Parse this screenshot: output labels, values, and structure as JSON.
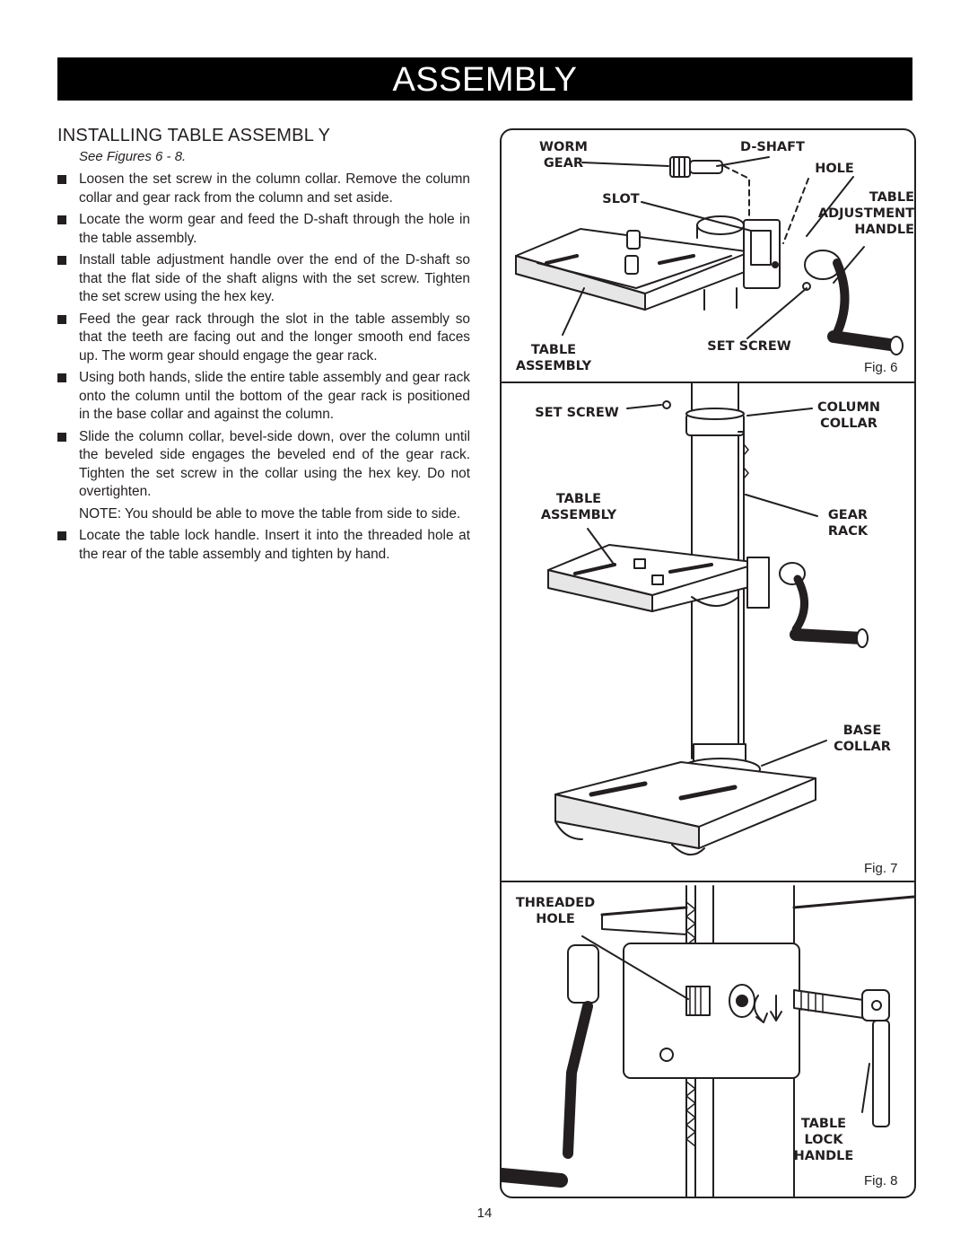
{
  "header": {
    "title": "ASSEMBLY"
  },
  "section": {
    "title": "INSTALLING TABLE ASSEMBL Y",
    "see_figures": "See Figures 6 - 8."
  },
  "steps": [
    "Loosen the set screw in the column collar. Remove the column collar and gear rack from the column and set aside.",
    "Locate the worm gear and feed the D-shaft through the hole in the table assembly.",
    "Install table adjustment handle over the end of the D-shaft so that the flat side of the shaft aligns with the set screw. Tighten the set screw using the hex key.",
    "Feed the gear rack through the slot in the table assembly so that the teeth are facing out and the longer smooth end faces up. The worm gear should engage the gear rack.",
    "Using both hands, slide the entire table assembly and gear rack onto the column until the bottom of the gear rack is positioned in the base collar and against the column.",
    "Slide the column collar, bevel-side down, over the column until the beveled side engages the beveled end of the gear rack. Tighten the set screw in the collar using the hex key. Do not overtighten."
  ],
  "note": "NOTE: You should be able to move the table from side to side.",
  "last_step": "Locate the table lock handle. Insert it into the threaded hole at the rear of the table assembly and tighten by hand.",
  "fig6": {
    "caption": "Fig. 6",
    "labels": {
      "worm_gear": "WORM\nGEAR",
      "d_shaft": "D-SHAFT",
      "hole": "HOLE",
      "slot": "SLOT",
      "table_adjustment_handle": "TABLE\nADJUSTMENT\nHANDLE",
      "table_assembly": "TABLE\nASSEMBLY",
      "set_screw": "SET SCREW"
    }
  },
  "fig7": {
    "caption": "Fig. 7",
    "labels": {
      "set_screw": "SET SCREW",
      "column_collar": "COLUMN\nCOLLAR",
      "table_assembly": "TABLE\nASSEMBLY",
      "gear_rack": "GEAR\nRACK",
      "base_collar": "BASE\nCOLLAR"
    }
  },
  "fig8": {
    "caption": "Fig. 8",
    "labels": {
      "threaded_hole": "THREADED\nHOLE",
      "table_lock_handle": "TABLE\nLOCK\nHANDLE"
    }
  },
  "page_number": "14"
}
